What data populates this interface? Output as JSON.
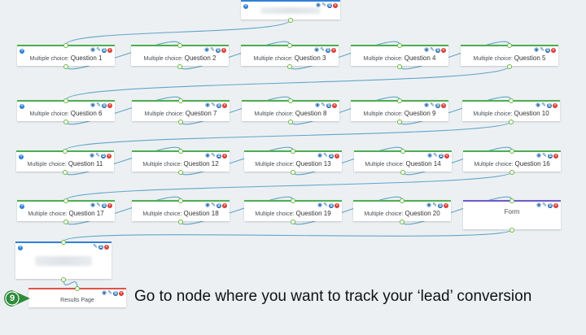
{
  "node_type_label": "Multiple choice:",
  "top_node": {
    "title": ""
  },
  "questions": [
    "Question 1",
    "Question 2",
    "Question 3",
    "Question 4",
    "Question 5",
    "Question 6",
    "Question 7",
    "Question 8",
    "Question 9",
    "Question 10",
    "Question 11",
    "Question 12",
    "Question 13",
    "Question 14",
    "Question 16",
    "Question 17",
    "Question 18",
    "Question 19",
    "Question 20"
  ],
  "form_node": {
    "label": "Form"
  },
  "results_node": {
    "label": "Results Page"
  },
  "blurred_node": {
    "title": ""
  },
  "step": {
    "number": "9"
  },
  "instruction": "Go to node where you want to track your ‘lead’ conversion",
  "colors": {
    "connector": "#5fa6c8",
    "node_top_border": "#4caf50",
    "form_top_border": "#6a5acd",
    "results_top_border": "#e0534a",
    "badge": "#2e8b3a",
    "add_icon": "#2f80d8"
  },
  "icons": [
    "add-icon",
    "eye-icon",
    "edit-icon",
    "copy-icon",
    "delete-icon"
  ]
}
